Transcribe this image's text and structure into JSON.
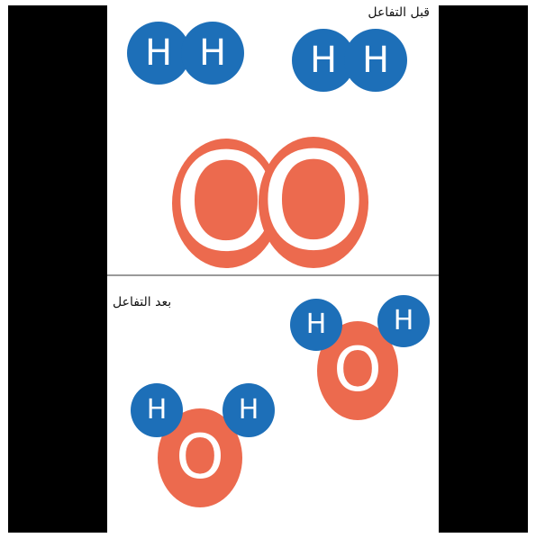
{
  "labels": {
    "before": "قبل التفاعل",
    "after": "بعد التفاعل"
  },
  "atoms": {
    "hydrogen_symbol": "H",
    "oxygen_symbol": "O"
  },
  "colors": {
    "hydrogen": "#1d6fb8",
    "oxygen": "#ec6a4e",
    "frame": "#000000",
    "divider": "#9a9a9a"
  }
}
